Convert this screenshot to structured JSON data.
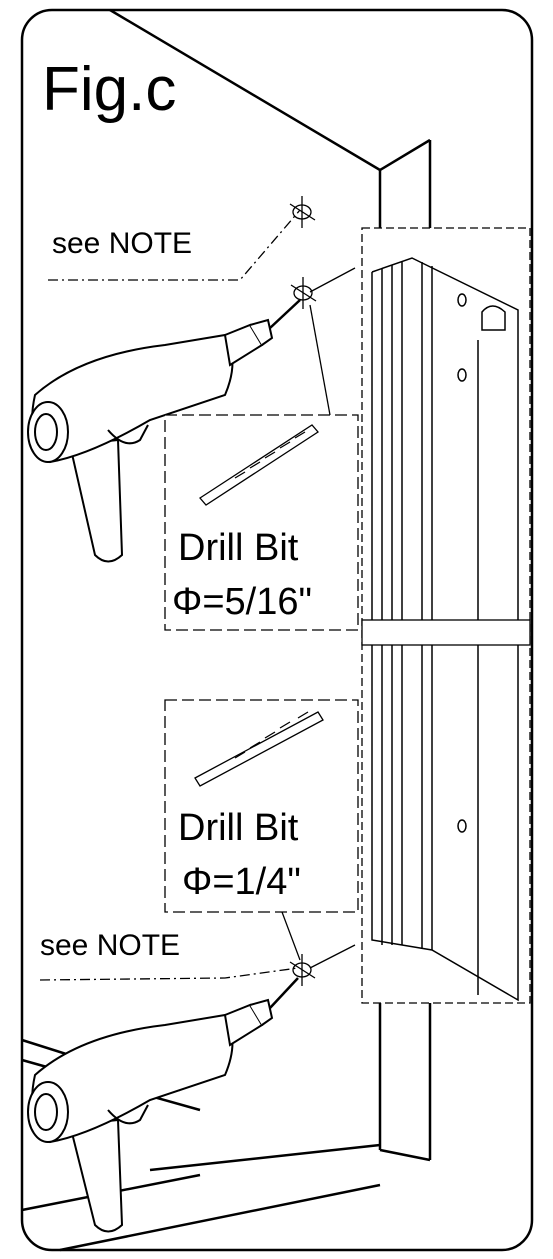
{
  "figure": {
    "title": "Fig.c",
    "top_note": "see NOTE",
    "bottom_note": "see NOTE",
    "upper_bit": {
      "name": "Drill Bit",
      "size": "Φ=5/16\""
    },
    "lower_bit": {
      "name": "Drill Bit",
      "size": "Φ=1/4\""
    }
  },
  "icons": [
    "drill-icon",
    "drill-bit-icon",
    "wall-jamb-icon",
    "crosshair-icon"
  ],
  "colors": {
    "line": "#000000",
    "background": "#ffffff"
  }
}
